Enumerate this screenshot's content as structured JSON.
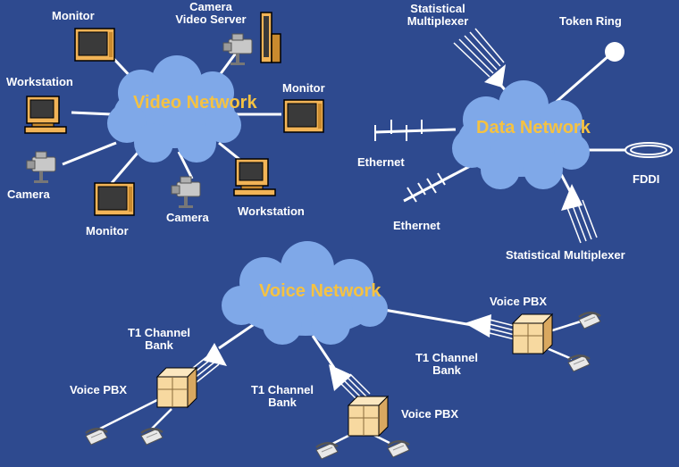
{
  "colors": {
    "background": "#2E4A8F",
    "cloud": "#7FA8E8",
    "cloud_text": "#F5C242",
    "label_text": "#FFFFFF",
    "links": "#FFFFFF",
    "pbx_box": "#F7D9A0"
  },
  "video": {
    "title_line1": "Video",
    "title_line2": "Network",
    "monitor_top": "Monitor",
    "camera_server_line1": "Camera",
    "camera_server_line2": "Video Server",
    "workstation_left": "Workstation",
    "monitor_right": "Monitor",
    "camera_left": "Camera",
    "monitor_bottom": "Monitor",
    "camera_bottom": "Camera",
    "workstation_bottom": "Workstation"
  },
  "data_net": {
    "title_line1": "Data",
    "title_line2": "Network",
    "stat_mux_top_line1": "Statistical",
    "stat_mux_top_line2": "Multiplexer",
    "token_ring": "Token Ring",
    "ethernet_top": "Ethernet",
    "ethernet_bottom": "Ethernet",
    "fddi": "FDDI",
    "stat_mux_bottom": "Statistical Multiplexer"
  },
  "voice": {
    "title_line1": "Voice",
    "title_line2": "Network",
    "t1_left_line1": "T1 Channel",
    "t1_left_line2": "Bank",
    "pbx_left": "Voice PBX",
    "t1_middle_line1": "T1 Channel",
    "t1_middle_line2": "Bank",
    "pbx_middle": "Voice PBX",
    "t1_right_line1": "T1 Channel",
    "t1_right_line2": "Bank",
    "pbx_right": "Voice PBX"
  }
}
